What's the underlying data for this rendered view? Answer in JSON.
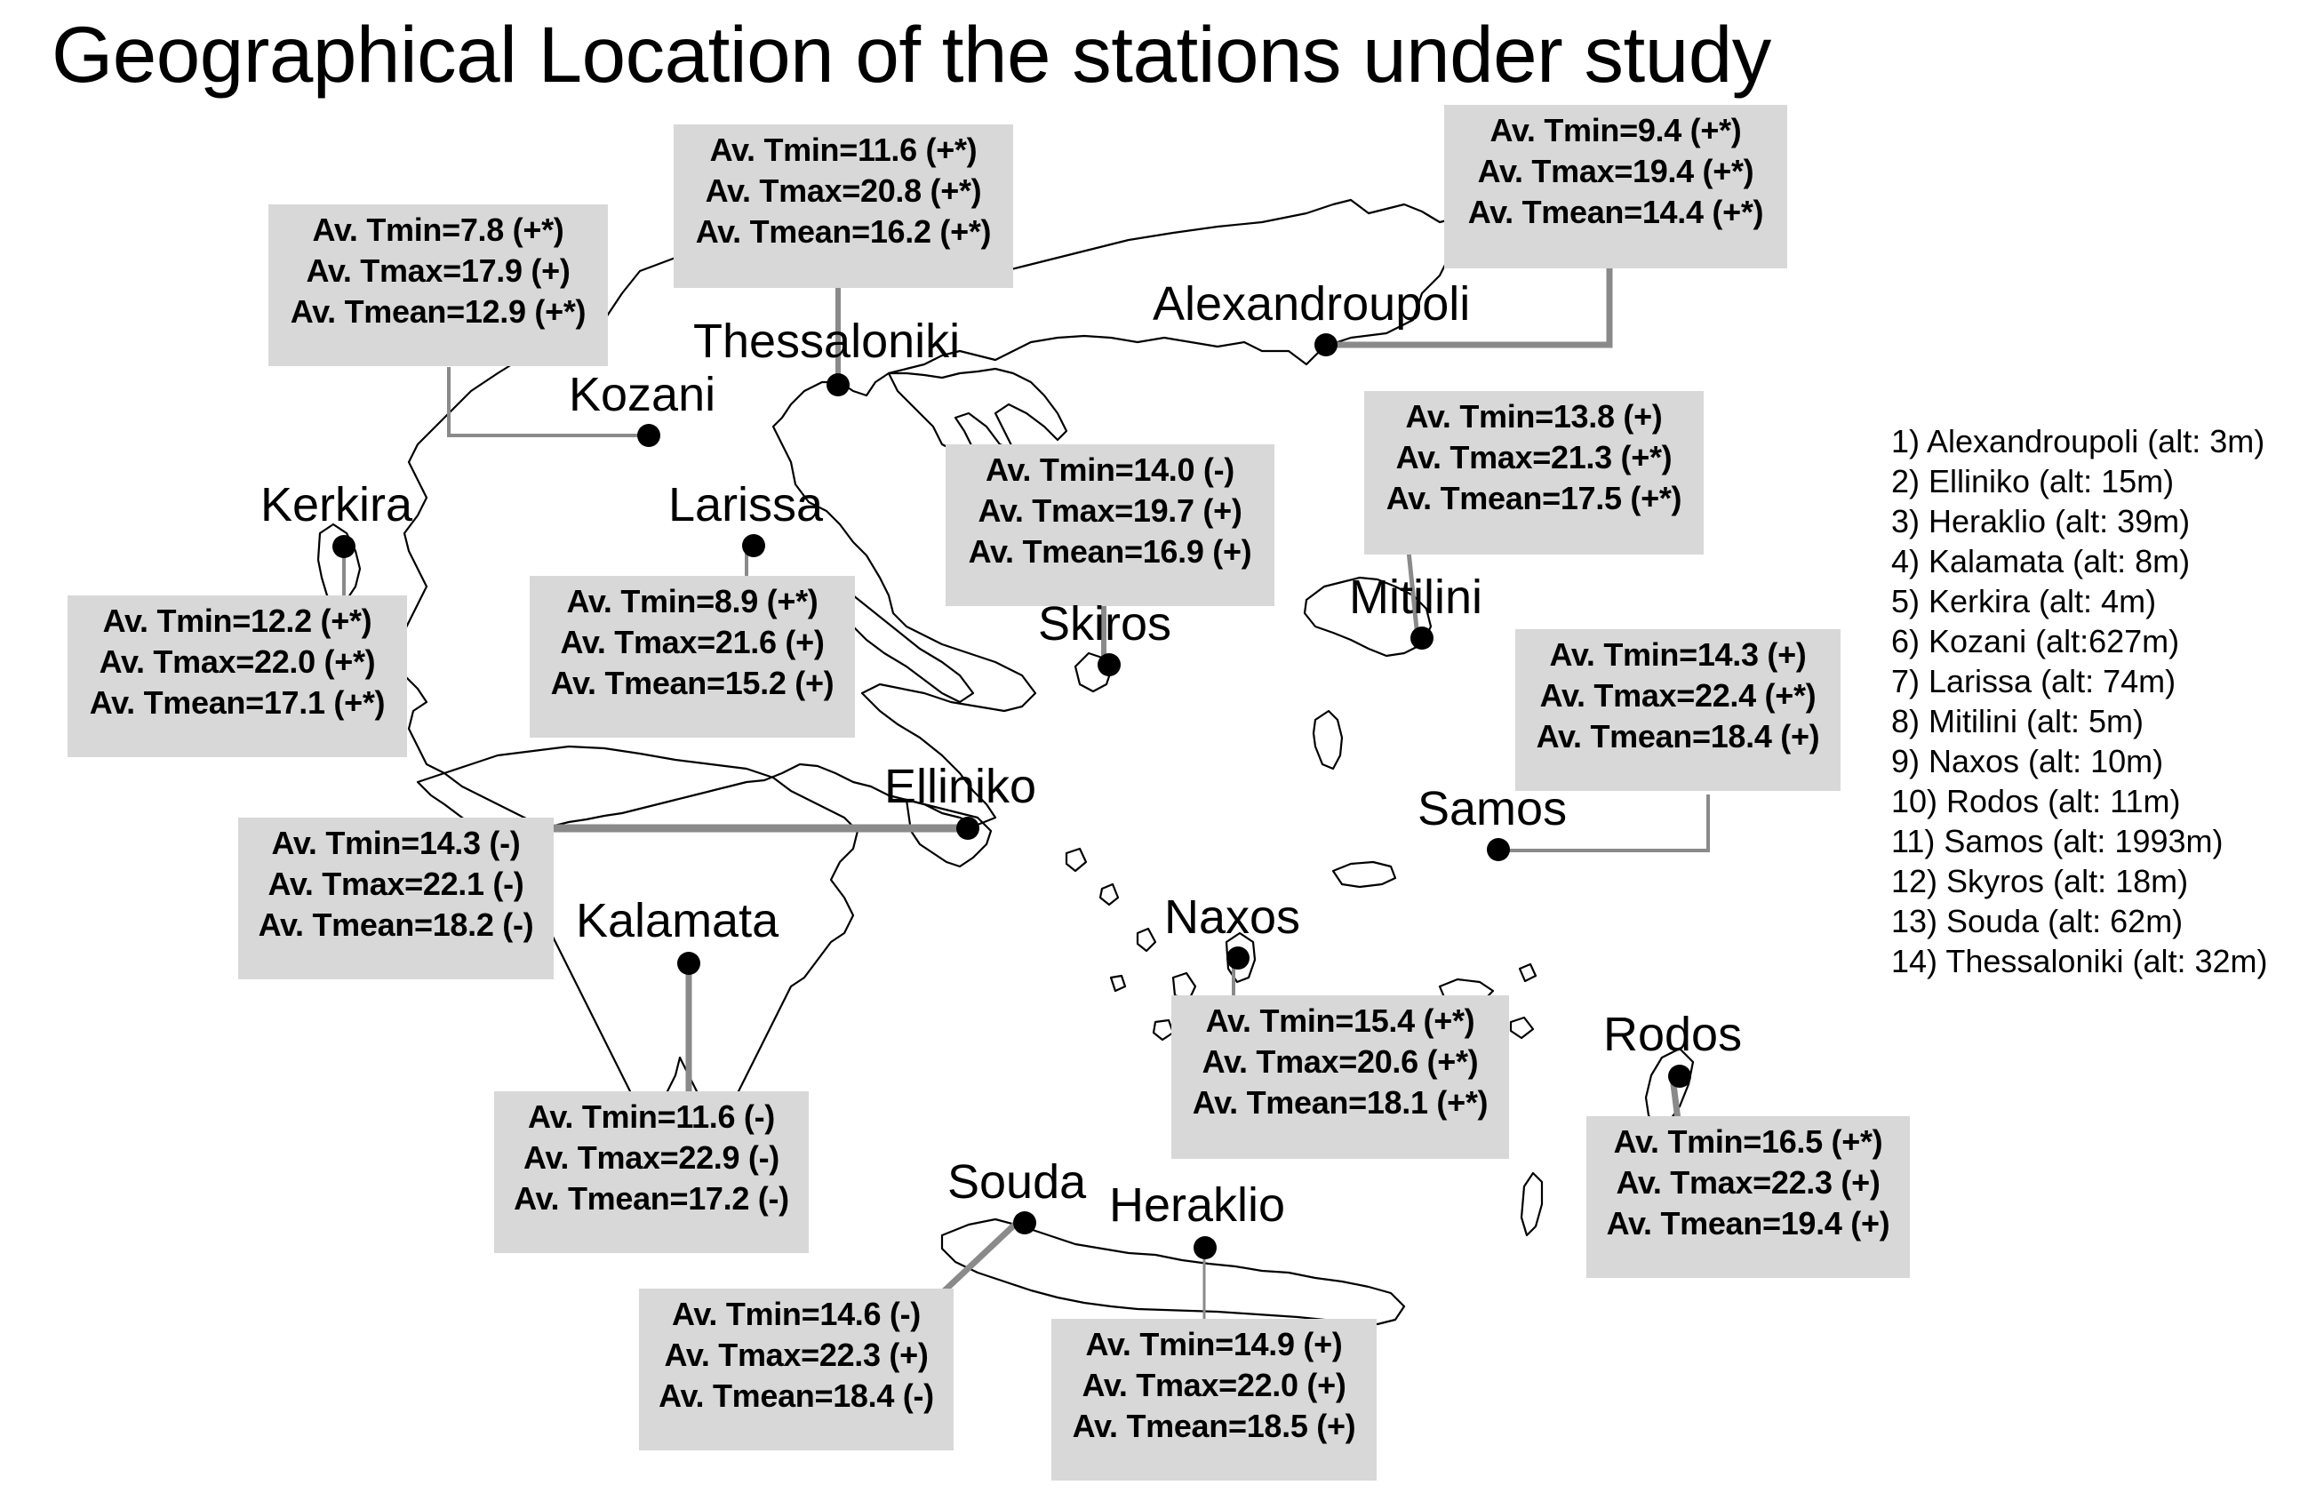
{
  "title": "Geographical Location of the stations under study",
  "colors": {
    "box_fill": "#d8d8d8",
    "connector": "#8a8a8a",
    "coastline": "#000000",
    "dot": "#000000"
  },
  "stations": [
    {
      "key": "alexandroupoli",
      "name": "Alexandroupoli",
      "stats": [
        "Av. Tmin=9.4 (+*)",
        "Av. Tmax=19.4 (+*)",
        "Av. Tmean=14.4 (+*)"
      ]
    },
    {
      "key": "thessaloniki",
      "name": "Thessaloniki",
      "stats": [
        "Av. Tmin=11.6 (+*)",
        "Av. Tmax=20.8 (+*)",
        "Av. Tmean=16.2 (+*)"
      ]
    },
    {
      "key": "kozani",
      "name": "Kozani",
      "stats": [
        "Av. Tmin=7.8 (+*)",
        "Av. Tmax=17.9 (+)",
        "Av. Tmean=12.9 (+*)"
      ]
    },
    {
      "key": "kerkira",
      "name": "Kerkira",
      "stats": [
        "Av. Tmin=12.2 (+*)",
        "Av. Tmax=22.0 (+*)",
        "Av. Tmean=17.1 (+*)"
      ]
    },
    {
      "key": "larissa",
      "name": "Larissa",
      "stats": [
        "Av. Tmin=8.9 (+*)",
        "Av. Tmax=21.6 (+)",
        "Av. Tmean=15.2 (+)"
      ]
    },
    {
      "key": "skiros",
      "name": "Skiros",
      "stats": [
        "Av. Tmin=14.0 (-)",
        "Av. Tmax=19.7 (+)",
        "Av. Tmean=16.9 (+)"
      ]
    },
    {
      "key": "mitilini",
      "name": "Mitilini",
      "stats": [
        "Av. Tmin=13.8 (+)",
        "Av. Tmax=21.3 (+*)",
        "Av. Tmean=17.5 (+*)"
      ]
    },
    {
      "key": "samos",
      "name": "Samos",
      "stats": [
        "Av. Tmin=14.3 (+)",
        "Av. Tmax=22.4 (+*)",
        "Av. Tmean=18.4 (+)"
      ]
    },
    {
      "key": "elliniko",
      "name": "Elliniko",
      "stats": [
        "Av. Tmin=14.3 (-)",
        "Av. Tmax=22.1 (-)",
        "Av. Tmean=18.2 (-)"
      ]
    },
    {
      "key": "kalamata",
      "name": "Kalamata",
      "stats": [
        "Av. Tmin=11.6 (-)",
        "Av. Tmax=22.9 (-)",
        "Av. Tmean=17.2 (-)"
      ]
    },
    {
      "key": "naxos",
      "name": "Naxos",
      "stats": [
        "Av. Tmin=15.4 (+*)",
        "Av. Tmax=20.6 (+*)",
        "Av. Tmean=18.1 (+*)"
      ]
    },
    {
      "key": "rodos",
      "name": "Rodos",
      "stats": [
        "Av. Tmin=16.5 (+*)",
        "Av. Tmax=22.3 (+)",
        "Av. Tmean=19.4 (+)"
      ]
    },
    {
      "key": "souda",
      "name": "Souda",
      "stats": [
        "Av. Tmin=14.6 (-)",
        "Av. Tmax=22.3 (+)",
        "Av. Tmean=18.4 (-)"
      ]
    },
    {
      "key": "heraklio",
      "name": "Heraklio",
      "stats": [
        "Av. Tmin=14.9 (+)",
        "Av. Tmax=22.0 (+)",
        "Av. Tmean=18.5 (+)"
      ]
    }
  ],
  "legend": [
    "1) Alexandroupoli (alt: 3m)",
    "2) Elliniko (alt: 15m)",
    "3) Heraklio (alt: 39m)",
    "4) Kalamata (alt: 8m)",
    "5) Kerkira (alt: 4m)",
    "6) Kozani (alt:627m)",
    "7) Larissa (alt: 74m)",
    "8) Mitilini (alt: 5m)",
    "9) Naxos (alt: 10m)",
    "10) Rodos (alt: 11m)",
    "11) Samos (alt: 1993m)",
    "12) Skyros (alt: 18m)",
    "13) Souda (alt: 62m)",
    "14) Thessaloniki (alt: 32m)"
  ]
}
